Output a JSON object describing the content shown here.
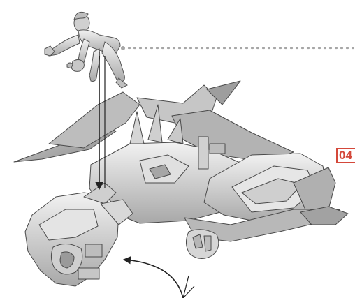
{
  "step": {
    "number": "04"
  },
  "colors": {
    "figure_fill": "#dcdcdc",
    "figure_shade": "#9a9a9a",
    "figure_dark": "#555555",
    "guide_line": "#a6a6a6",
    "arrow": "#222222",
    "accent": "#d4483a"
  },
  "icons": [
    "pilot-figure",
    "dragon-mecha-figure",
    "placement-arrow-icon",
    "rotation-arrow-icon"
  ]
}
